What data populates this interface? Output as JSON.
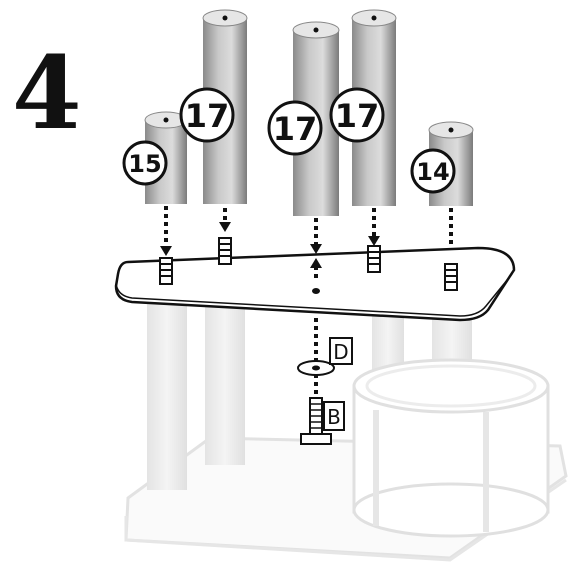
{
  "step": {
    "number": "4"
  },
  "legs": [
    {
      "label": "15"
    },
    {
      "label": "17"
    },
    {
      "label": "17"
    },
    {
      "label": "17"
    },
    {
      "label": "14"
    }
  ],
  "hardware": {
    "washer_label": "D",
    "bolt_label": "B"
  }
}
